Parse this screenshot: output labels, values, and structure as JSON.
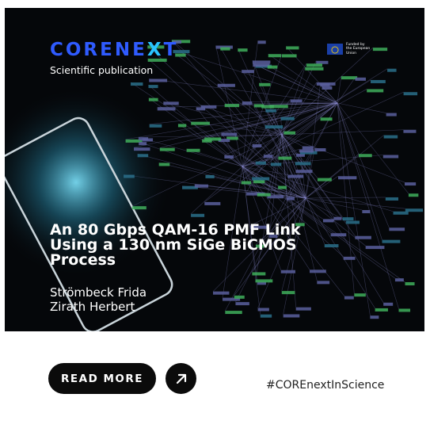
{
  "brand": {
    "name_start": "CORENE",
    "name_x": "X",
    "name_end": "T",
    "subtitle": "Scientific publication"
  },
  "eu_badge": {
    "line1": "Funded by",
    "line2": "the European Union"
  },
  "publication": {
    "title": "An 80 Gbps QAM-16 PMF Link Using a 130 nm SiGe BiCMOS Process",
    "authors": [
      "Strömbeck Frida",
      "Zirath Herbert"
    ]
  },
  "cta": {
    "read_more_label": "READ MORE",
    "arrow_icon": "arrow-up-right-icon"
  },
  "hashtag": "#COREnextInScience",
  "colors": {
    "brand_blue": "#2f5bff",
    "brand_cyan": "#29c4ff",
    "card_bg": "#05070a",
    "button_bg": "#0b0b0b"
  }
}
